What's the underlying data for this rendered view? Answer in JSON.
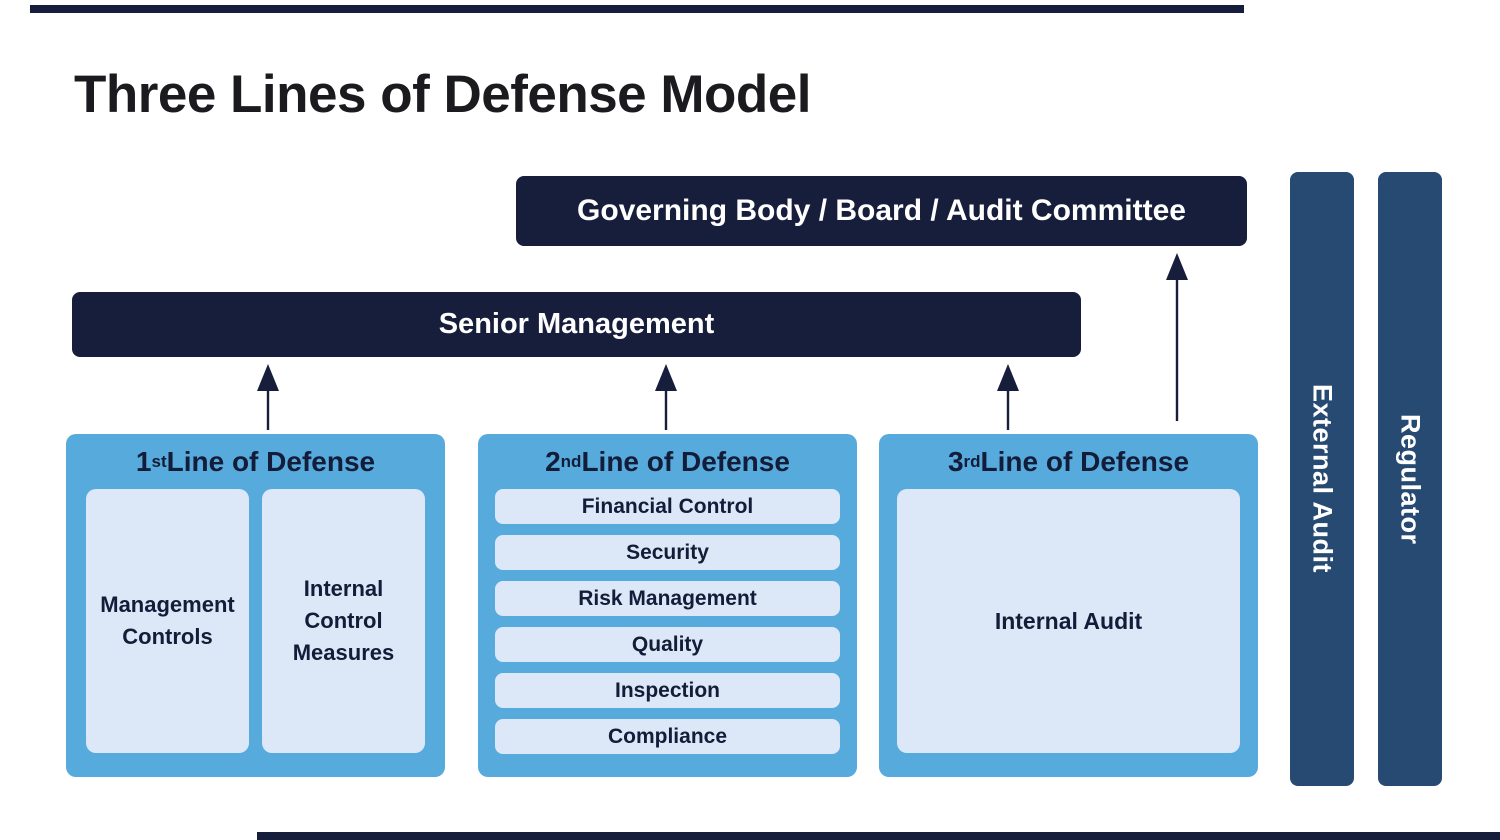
{
  "title": "Three Lines of Defense Model",
  "governing_body": {
    "label": "Governing Body / Board / Audit Committee"
  },
  "senior_management": {
    "label": "Senior Management"
  },
  "lines": [
    {
      "number": "1",
      "ordinal": "st",
      "suffix": " Line of Defense",
      "items": [
        "Management Controls",
        "Internal Control Measures"
      ]
    },
    {
      "number": "2",
      "ordinal": "nd",
      "suffix": " Line of Defense",
      "items": [
        "Financial Control",
        "Security",
        "Risk Management",
        "Quality",
        "Inspection",
        "Compliance"
      ]
    },
    {
      "number": "3",
      "ordinal": "rd",
      "suffix": " Line of Defense",
      "items": [
        "Internal Audit"
      ]
    }
  ],
  "side_bars": [
    {
      "label": "External Audit"
    },
    {
      "label": "Regulator"
    }
  ],
  "colors": {
    "navy": "#171E3C",
    "steel": "#264A72",
    "blue": "#57AADC",
    "pale": "#DCE8F7",
    "text_dark": "#131C38",
    "title_color": "#1A1A1F",
    "white": "#FFFFFF"
  }
}
